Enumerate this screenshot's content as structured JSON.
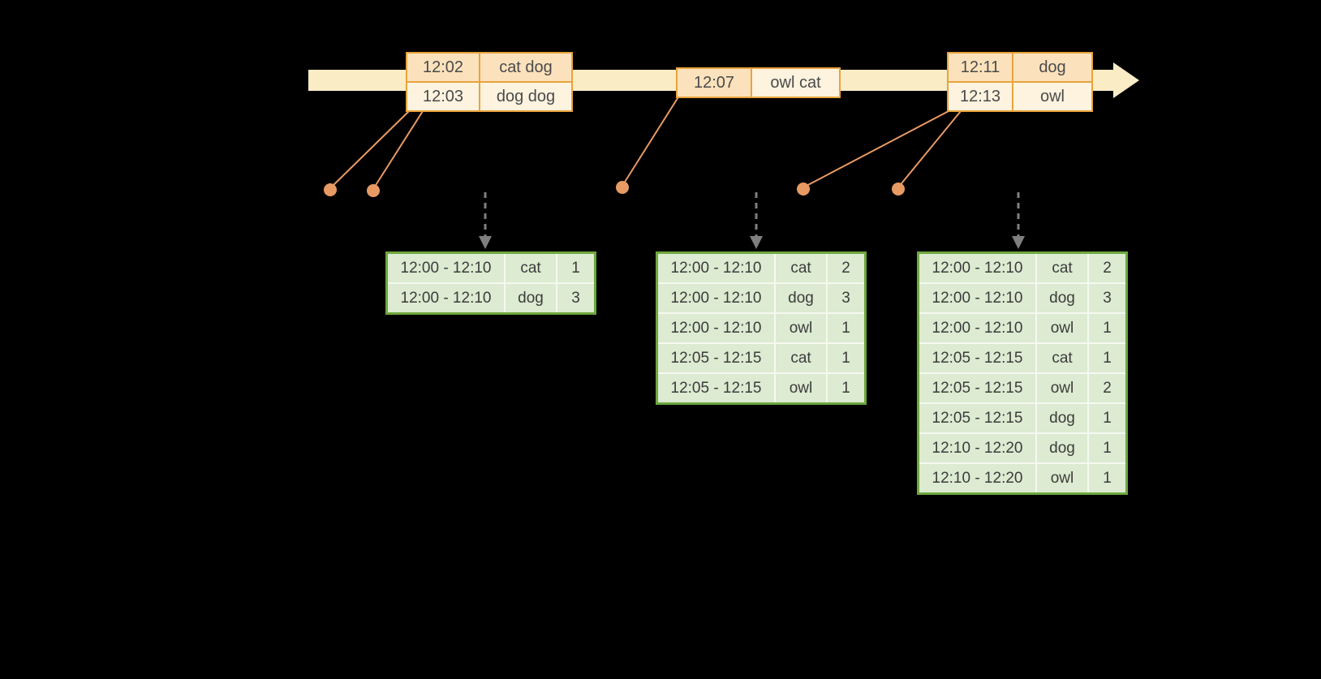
{
  "colors": {
    "background": "#000000",
    "timeline_fill": "#FAECC5",
    "event_border": "#E8A33D",
    "event_row_dark": "#FBE2BC",
    "event_row_light": "#FDF3DF",
    "connector": "#E89A64",
    "dot": "#E89A64",
    "trigger_arrow": "#7F7F7F",
    "result_border": "#6EA73E",
    "result_cell_fill": "#DCEBD1",
    "text": "#3C3C3C"
  },
  "event_tables": {
    "a": {
      "rows": [
        {
          "time": "12:02",
          "words": "cat dog"
        },
        {
          "time": "12:03",
          "words": "dog dog"
        }
      ]
    },
    "b": {
      "rows": [
        {
          "time": "12:07",
          "words": "owl cat"
        }
      ]
    },
    "c": {
      "rows": [
        {
          "time": "12:11",
          "words": "dog"
        },
        {
          "time": "12:13",
          "words": "owl"
        }
      ]
    }
  },
  "result_tables": {
    "t1": {
      "rows": [
        {
          "window": "12:00 - 12:10",
          "word": "cat",
          "count": "1"
        },
        {
          "window": "12:00 - 12:10",
          "word": "dog",
          "count": "3"
        }
      ]
    },
    "t2": {
      "rows": [
        {
          "window": "12:00 - 12:10",
          "word": "cat",
          "count": "2"
        },
        {
          "window": "12:00 - 12:10",
          "word": "dog",
          "count": "3"
        },
        {
          "window": "12:00 - 12:10",
          "word": "owl",
          "count": "1"
        },
        {
          "window": "12:05 - 12:15",
          "word": "cat",
          "count": "1"
        },
        {
          "window": "12:05 - 12:15",
          "word": "owl",
          "count": "1"
        }
      ]
    },
    "t3": {
      "rows": [
        {
          "window": "12:00 - 12:10",
          "word": "cat",
          "count": "2"
        },
        {
          "window": "12:00 - 12:10",
          "word": "dog",
          "count": "3"
        },
        {
          "window": "12:00 - 12:10",
          "word": "owl",
          "count": "1"
        },
        {
          "window": "12:05 - 12:15",
          "word": "cat",
          "count": "1"
        },
        {
          "window": "12:05 - 12:15",
          "word": "owl",
          "count": "2"
        },
        {
          "window": "12:05 - 12:15",
          "word": "dog",
          "count": "1"
        },
        {
          "window": "12:10 - 12:20",
          "word": "dog",
          "count": "1"
        },
        {
          "window": "12:10 - 12:20",
          "word": "owl",
          "count": "1"
        }
      ]
    }
  }
}
